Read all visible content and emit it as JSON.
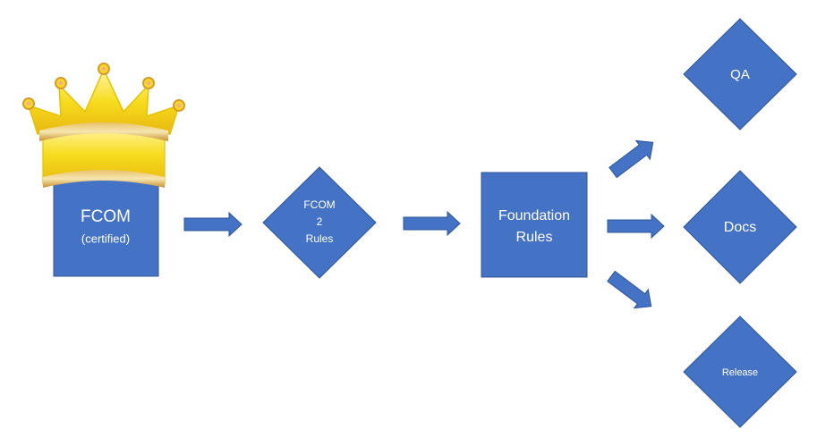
{
  "colors": {
    "node_fill": "#4472C4",
    "node_stroke": "#2F5597",
    "text": "#FFFFFF",
    "crown_gold": "#F5D80A",
    "crown_band": "#D9A441"
  },
  "icons": {
    "crown": "crown-icon"
  },
  "nodes": {
    "fcom": {
      "title": "FCOM",
      "subtitle": "(certified)"
    },
    "fcom2rules": {
      "line1": "FCOM",
      "line2": "2",
      "line3": "Rules"
    },
    "foundation": {
      "line1": "Foundation",
      "line2": "Rules"
    },
    "qa": {
      "label": "QA"
    },
    "docs": {
      "label": "Docs"
    },
    "release": {
      "label": "Release"
    }
  }
}
